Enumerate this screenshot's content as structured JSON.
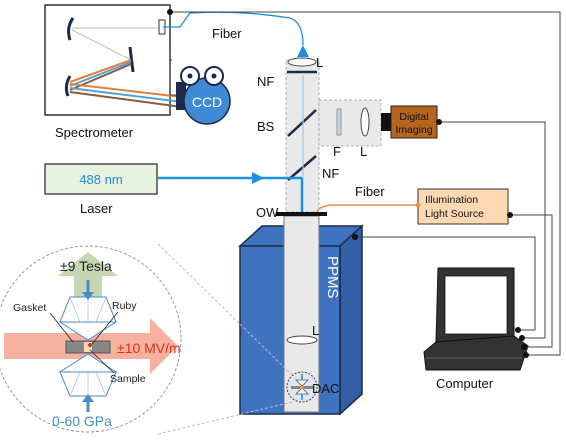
{
  "labels": {
    "fiber_top": "Fiber",
    "spectrometer": "Spectrometer",
    "ccd": "CCD",
    "laser_value": "488 nm",
    "laser": "Laser",
    "lens_top": "L",
    "nf_top": "NF",
    "bs": "BS",
    "f": "F",
    "l_imaging": "L",
    "digital_line1": "Digital",
    "digital_line2": "Imaging",
    "nf_bottom": "NF",
    "fiber_mid": "Fiber",
    "illum_line1": "Illumination",
    "illum_line2": "Light Source",
    "ow": "OW",
    "ppms": "PPMS",
    "lens_bottom": "L",
    "dac": "DAC",
    "computer": "Computer",
    "tesla": "±9 Tesla",
    "gasket": "Gasket",
    "ruby": "Ruby",
    "efield": "±10 MV/m",
    "sample": "Sample",
    "pressure": "0-60 GPa"
  },
  "colors": {
    "beam": "#1f8fe0",
    "ppms": "#3f73c0",
    "ppms_edge": "#1c2a4a",
    "laser_box": "#e8f2e0",
    "imaging_box": "#b5651d",
    "illum_box": "#fcd9b0",
    "illum_fiber": "#e8933e",
    "green_arrow": "#c4d6b2",
    "red_arrow": "#f6b0a0",
    "efield_text": "#e03010",
    "pressure_text": "#4a8acb",
    "ccd": "#3f8ad4"
  }
}
